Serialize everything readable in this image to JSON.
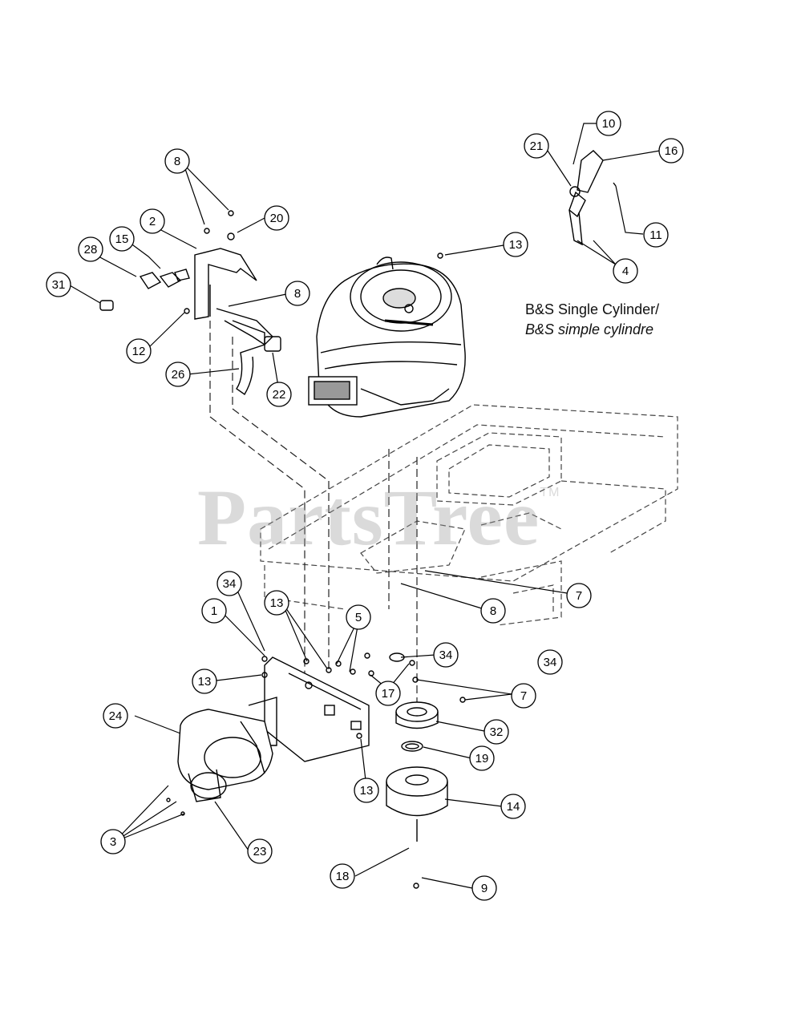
{
  "caption": {
    "line1": "B&S Single Cylinder/",
    "line2": "B&S simple cylindre"
  },
  "watermark": {
    "text": "PartsTree",
    "mark": "TM"
  },
  "callouts": [
    {
      "id": "c-10",
      "label": "10"
    },
    {
      "id": "c-21",
      "label": "21"
    },
    {
      "id": "c-16",
      "label": "16"
    },
    {
      "id": "c-11",
      "label": "11"
    },
    {
      "id": "c-4",
      "label": "4"
    },
    {
      "id": "c-8a",
      "label": "8"
    },
    {
      "id": "c-20",
      "label": "20"
    },
    {
      "id": "c-2",
      "label": "2"
    },
    {
      "id": "c-15",
      "label": "15"
    },
    {
      "id": "c-28",
      "label": "28"
    },
    {
      "id": "c-31",
      "label": "31"
    },
    {
      "id": "c-13a",
      "label": "13"
    },
    {
      "id": "c-8b",
      "label": "8"
    },
    {
      "id": "c-12",
      "label": "12"
    },
    {
      "id": "c-26",
      "label": "26"
    },
    {
      "id": "c-22",
      "label": "22"
    },
    {
      "id": "c-7a",
      "label": "7"
    },
    {
      "id": "c-8c",
      "label": "8"
    },
    {
      "id": "c-34a",
      "label": "34"
    },
    {
      "id": "c-1",
      "label": "1"
    },
    {
      "id": "c-13b",
      "label": "13"
    },
    {
      "id": "c-5",
      "label": "5"
    },
    {
      "id": "c-34b",
      "label": "34"
    },
    {
      "id": "c-34c",
      "label": "34"
    },
    {
      "id": "c-13c",
      "label": "13"
    },
    {
      "id": "c-17",
      "label": "17"
    },
    {
      "id": "c-7b",
      "label": "7"
    },
    {
      "id": "c-24",
      "label": "24"
    },
    {
      "id": "c-32",
      "label": "32"
    },
    {
      "id": "c-19",
      "label": "19"
    },
    {
      "id": "c-13d",
      "label": "13"
    },
    {
      "id": "c-14",
      "label": "14"
    },
    {
      "id": "c-3",
      "label": "3"
    },
    {
      "id": "c-23",
      "label": "23"
    },
    {
      "id": "c-18",
      "label": "18"
    },
    {
      "id": "c-9",
      "label": "9"
    }
  ]
}
